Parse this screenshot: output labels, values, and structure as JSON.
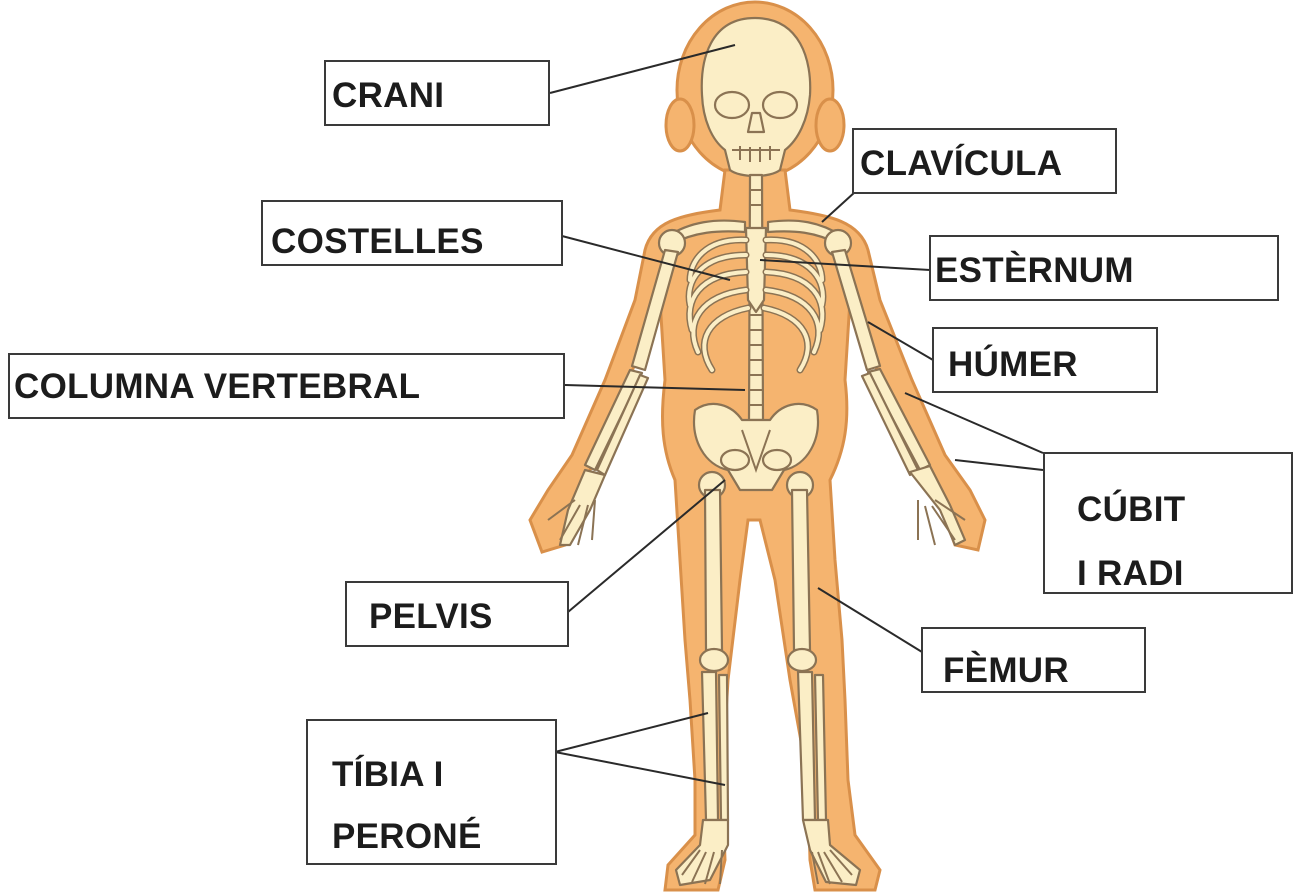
{
  "colors": {
    "skin": "#f5b46f",
    "skin_outline": "#d9904a",
    "bone": "#fbeec6",
    "bone_outline": "#8b7354",
    "label_border": "#3a3a3a",
    "leader_line": "#2a2a2a"
  },
  "labels": {
    "crani": "CRANI",
    "clavicula": "CLAVÍCULA",
    "costelles": "COSTELLES",
    "esternum": "ESTÈRNUM",
    "columna": "COLUMNA VERTEBRAL",
    "humer": "HÚMER",
    "cubit_line1": "CÚBIT",
    "cubit_line2": "I RADI",
    "pelvis": "PELVIS",
    "femur": "FÈMUR",
    "tibia_line1": "TÍBIA I",
    "tibia_line2": "PERONÉ"
  }
}
